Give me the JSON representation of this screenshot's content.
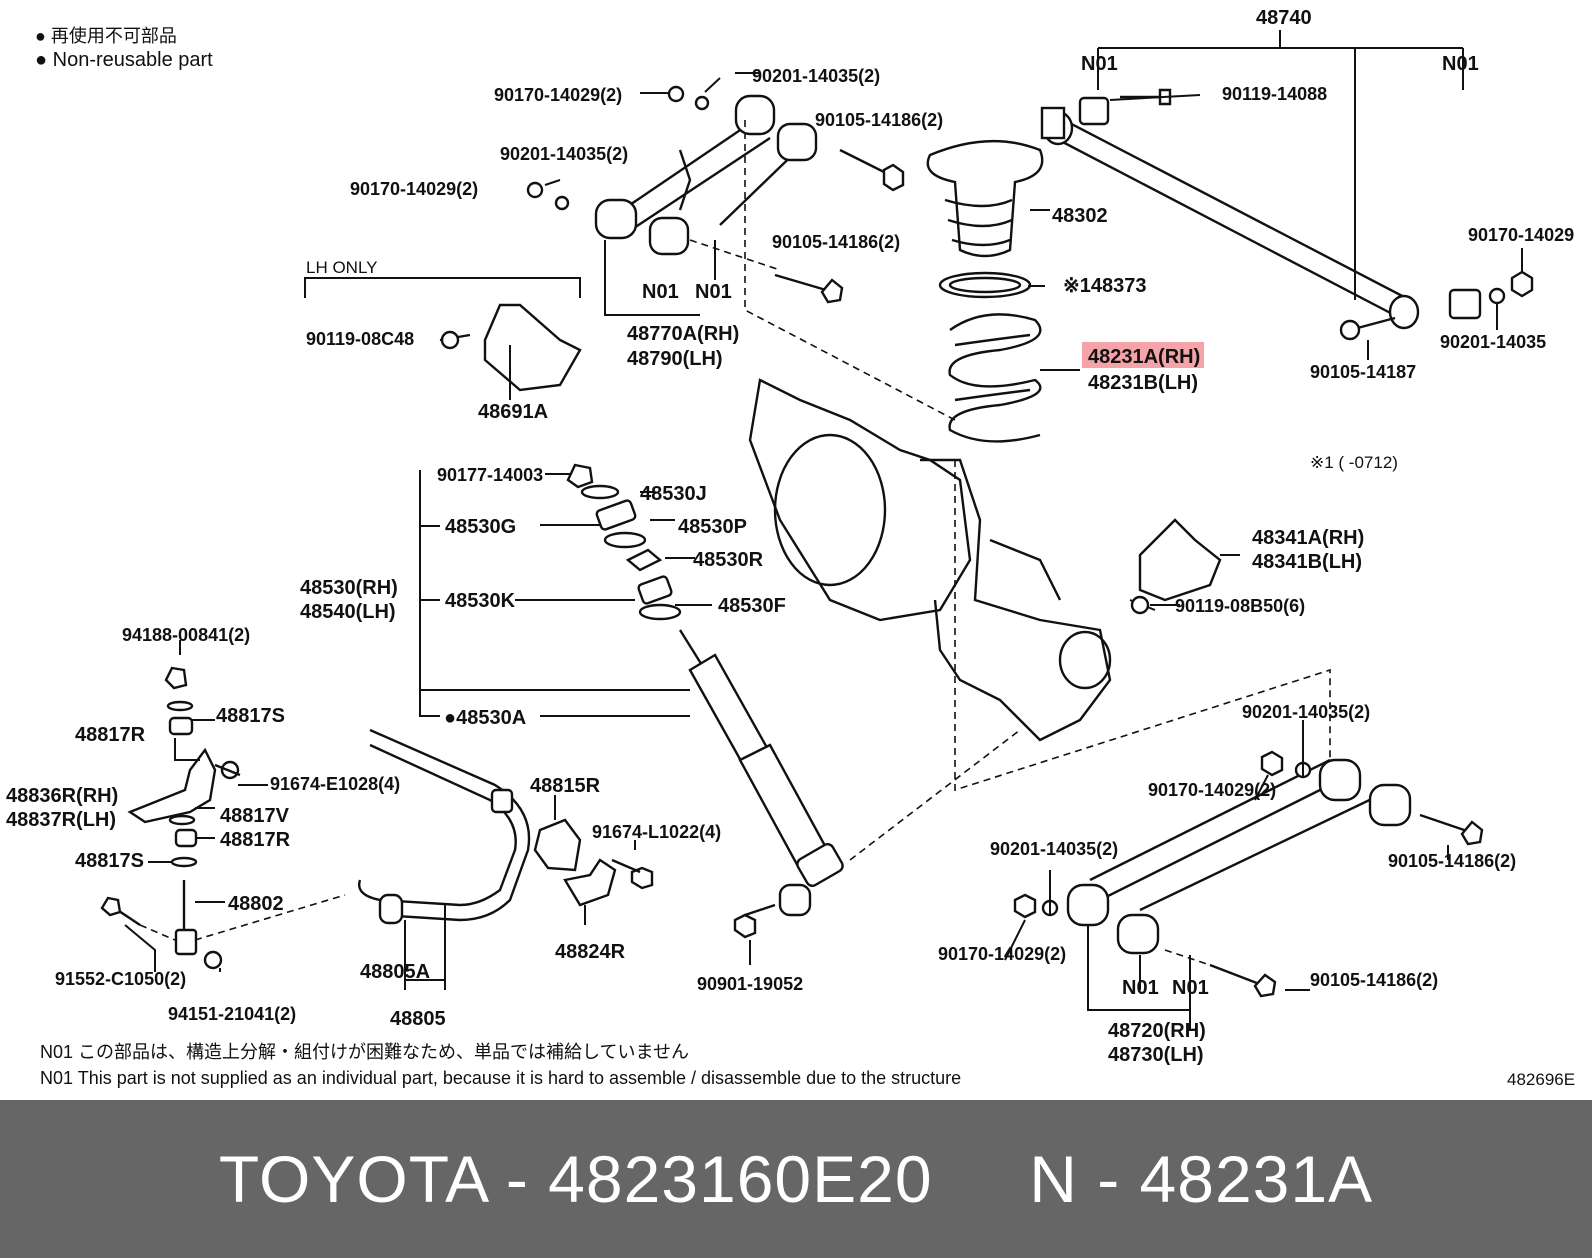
{
  "legend": {
    "jp": "● 再使用不可部品",
    "en": "● Non-reusable part"
  },
  "labels": {
    "p48740": "48740",
    "n01_a": "N01",
    "n01_b": "N01",
    "p90119_14088": "90119-14088",
    "p90170_14029_top": "90170-14029(2)",
    "p90201_14035_top": "90201-14035(2)",
    "p90105_14186_a": "90105-14186(2)",
    "p90201_14035_b": "90201-14035(2)",
    "p90170_14029_b": "90170-14029(2)",
    "p90105_14186_b": "90105-14186(2)",
    "n01_c": "N01",
    "n01_d": "N01",
    "p48770a": "48770A(RH)",
    "p48790": "48790(LH)",
    "lh_only": "LH ONLY",
    "p90119_08c48": "90119-08C48",
    "p48691a": "48691A",
    "p48302": "48302",
    "p48373": "※148373",
    "p48231a": "48231A(RH)",
    "p48231b": "48231B(LH)",
    "p90170_14029_r": "90170-14029",
    "p90201_14035_r": "90201-14035",
    "p90105_14187": "90105-14187",
    "footnote1": "※1 (     -0712)",
    "p90177_14003": "90177-14003",
    "p48530j": "48530J",
    "p48530g": "48530G",
    "p48530p": "48530P",
    "p48530r": "48530R",
    "p48530rh": "48530(RH)",
    "p48540lh": "48540(LH)",
    "p48530k": "48530K",
    "p48530f": "48530F",
    "p48530a": "●48530A",
    "p48341a": "48341A(RH)",
    "p48341b": "48341B(LH)",
    "p90119_08b50": "90119-08B50(6)",
    "p94188_00841": "94188-00841(2)",
    "p48817s_a": "48817S",
    "p48817r_a": "48817R",
    "p91674_e1028": "91674-E1028(4)",
    "p48836r": "48836R(RH)",
    "p48837r": "48837R(LH)",
    "p48817v": "48817V",
    "p48817r_b": "48817R",
    "p48817s_b": "48817S",
    "p48802": "48802",
    "p91552_c1050": "91552-C1050(2)",
    "p94151_21041": "94151-21041(2)",
    "p48815r": "48815R",
    "p91674_l1022": "91674-L1022(4)",
    "p48824r": "48824R",
    "p48805a": "48805A",
    "p48805": "48805",
    "p90901_19052": "90901-19052",
    "p90201_14035_br1": "90201-14035(2)",
    "p90170_14029_br1": "90170-14029(2)",
    "p90105_14186_br1": "90105-14186(2)",
    "p90201_14035_br2": "90201-14035(2)",
    "p90170_14029_br2": "90170-14029(2)",
    "p90105_14186_br2": "90105-14186(2)",
    "n01_e": "N01",
    "n01_f": "N01",
    "p48720": "48720(RH)",
    "p48730": "48730(LH)"
  },
  "notes": {
    "jp": "N01  この部品は、構造上分解・組付けが困難なため、単品では補給していません",
    "en": "N01  This part is not supplied as an individual part, because it is hard to assemble / disassemble due to the structure",
    "diagram_id": "482696E"
  },
  "footer": {
    "brand_part": "TOYOTA - 4823160E20",
    "number": "N - 48231A"
  },
  "colors": {
    "highlight": "#f4a3a8",
    "footer_bg": "#666666",
    "footer_text": "#ffffff"
  }
}
